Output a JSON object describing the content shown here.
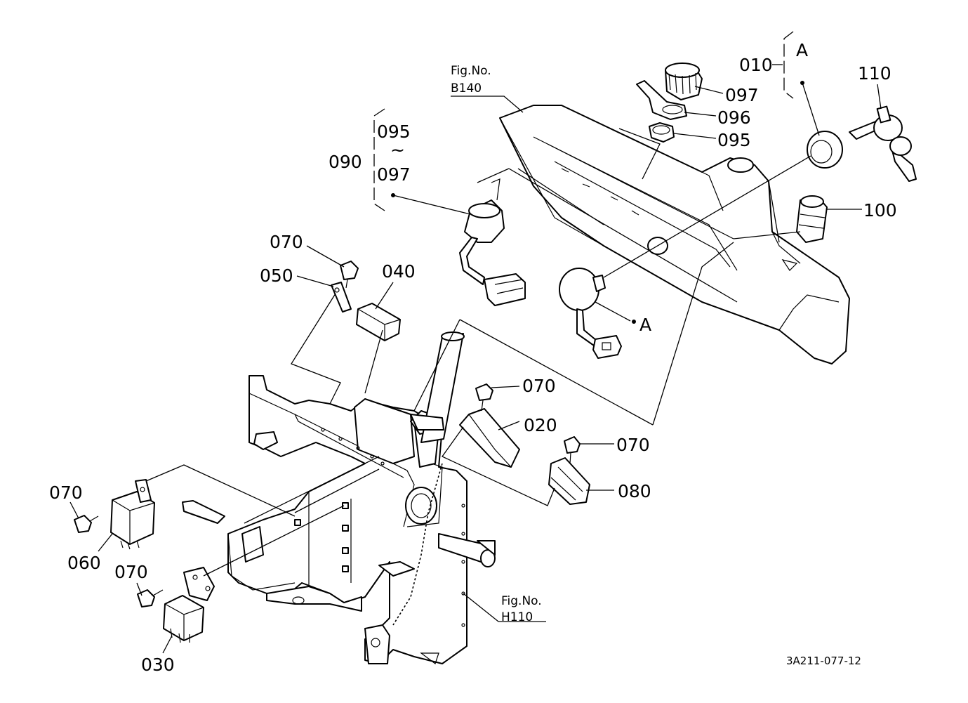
{
  "diagram": {
    "drawing_number": "3A211-077-12",
    "fig_refs": [
      {
        "line1": "Fig.No.",
        "line2": "B140"
      },
      {
        "line1": "Fig.No.",
        "line2": "H110"
      }
    ],
    "group_labels": {
      "g010": {
        "number": "010",
        "letter": "A"
      },
      "g090": {
        "number": "090",
        "from": "095",
        "tilde": "~",
        "to": "097"
      }
    },
    "callouts": {
      "c097": "097",
      "c096": "096",
      "c095": "095",
      "c110": "110",
      "c100": "100",
      "c070a": "070",
      "c050": "050",
      "c040": "040",
      "cA": "A",
      "c070b": "070",
      "c020": "020",
      "c070c": "070",
      "c080": "080",
      "c070d": "070",
      "c060": "060",
      "c070e": "070",
      "c030": "030"
    }
  }
}
